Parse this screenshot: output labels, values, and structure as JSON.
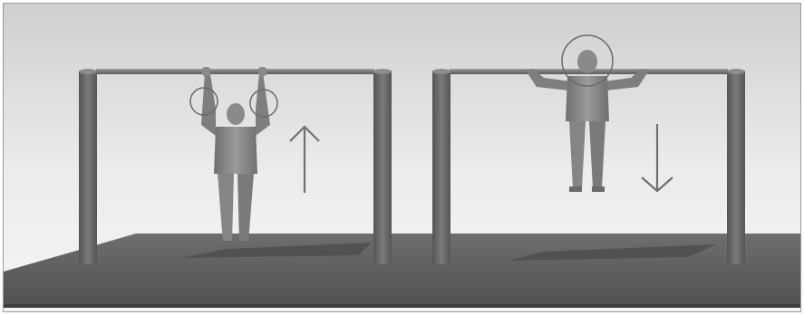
{
  "scene": {
    "description_icons": [
      "pull-up-bar",
      "figure",
      "up-arrow",
      "down-arrow",
      "highlight-circle"
    ],
    "colors": {
      "sky_top": "#d9d9d9",
      "sky_bottom": "#f3f3f3",
      "ground": "#5f5f5f",
      "ground_dark": "#4a4a4a",
      "post": "#6c6c6c",
      "figure": "#8a8a8a",
      "arrow": "#6a6a6a",
      "circle": "#707070"
    }
  }
}
